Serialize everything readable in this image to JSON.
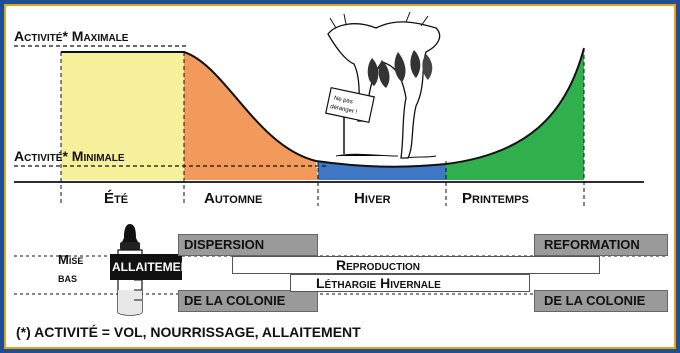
{
  "activity_curve": {
    "max_label": "Activité* Maximale",
    "min_label": "Activité* Minimale"
  },
  "seasons": [
    {
      "name": "Été",
      "color": "#f7f09a"
    },
    {
      "name": "Automne",
      "color": "#f29a5b"
    },
    {
      "name": "Hiver",
      "color": "#3f77c4"
    },
    {
      "name": "Printemps",
      "color": "#2fb04c"
    }
  ],
  "illustration": {
    "sign_line1": "Ne pas",
    "sign_line2": "déranger !",
    "icon": "hibernating-bats-icon"
  },
  "phases": {
    "mise_bas_1": "Mise",
    "mise_bas_2": "bas",
    "allaitement": "ALLAITEMENT",
    "dispersion_1": "DISPERSION",
    "dispersion_2": "DE LA COLONIE",
    "reproduction": "Reproduction",
    "lethargie": "Léthargie Hivernale",
    "reformation_1": "REFORMATION",
    "reformation_2": "DE LA COLONIE"
  },
  "footnote": "(*) ACTIVITÉ = VOL, NOURRISSAGE, ALLAITEMENT",
  "colors": {
    "frame": "#1e4f93",
    "border": "#e6a21a",
    "grey_box": "#9a9a9a"
  }
}
